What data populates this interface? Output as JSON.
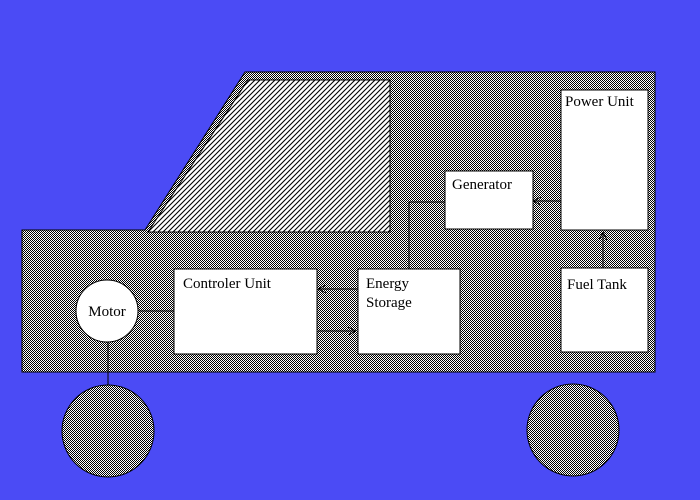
{
  "colors": {
    "background": "#4b4bf5",
    "box_fill": "#ffffff",
    "line": "#000000",
    "hatch": "#000000"
  },
  "labels": {
    "motor": "Motor",
    "controller_unit": "Controler Unit",
    "energy_storage_line1": "Energy",
    "energy_storage_line2": "Storage",
    "generator": "Generator",
    "power_unit": "Power Unit",
    "fuel_tank": "Fuel Tank"
  }
}
